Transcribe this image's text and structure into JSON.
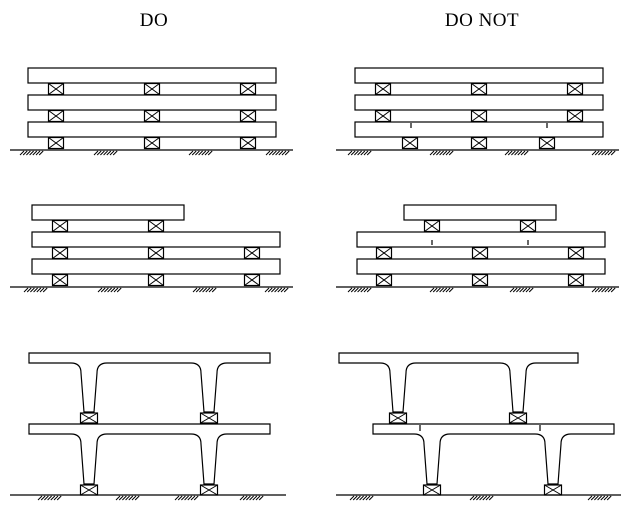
{
  "headings": {
    "do": "DO",
    "do_not": "DO NOT"
  },
  "columns": [
    {
      "key": "do",
      "heading": "DO"
    },
    {
      "key": "do_not",
      "heading": "DO NOT"
    }
  ],
  "rows": [
    {
      "key": "stacked-beams"
    },
    {
      "key": "stacked-beams-short-top"
    },
    {
      "key": "stacked-t-beams"
    }
  ]
}
